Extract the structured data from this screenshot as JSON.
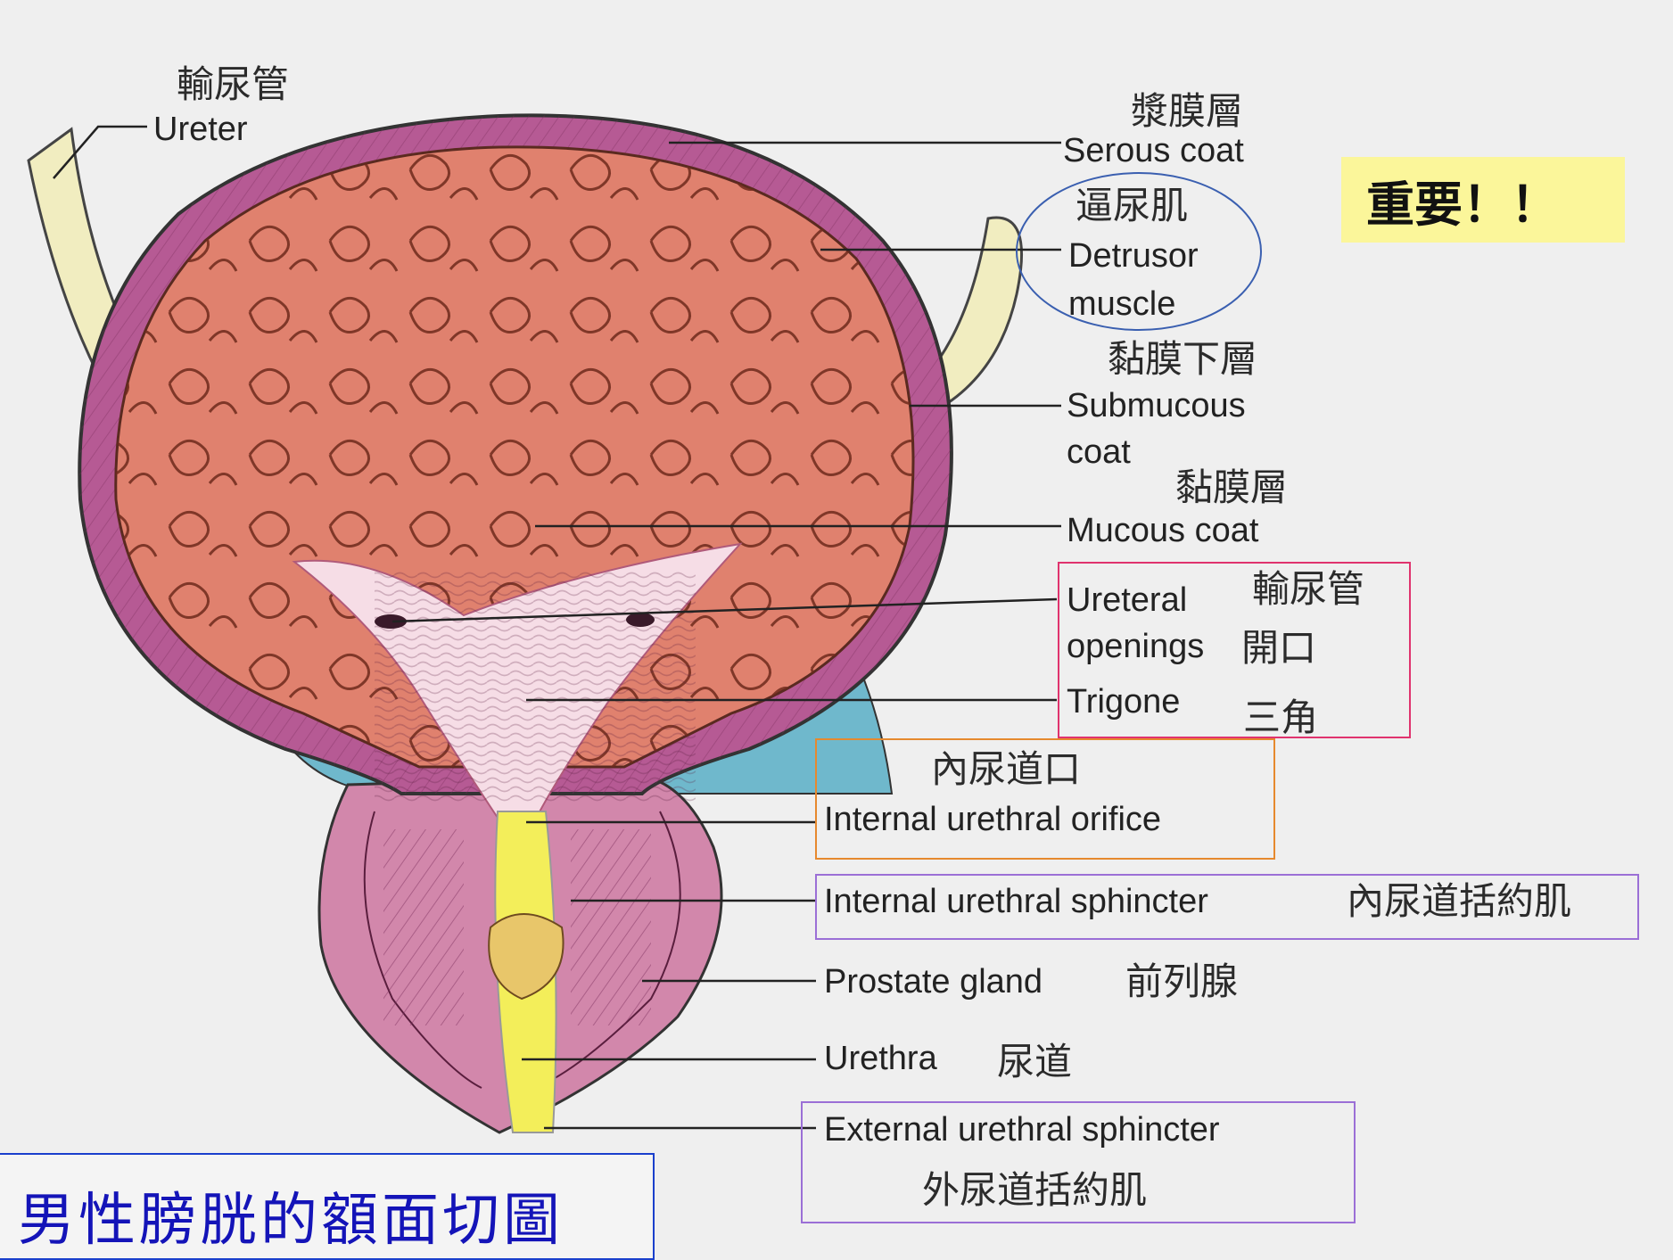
{
  "badge": "重要！！",
  "title": "男性膀胱的額面切圖",
  "labels": {
    "ureter_zh": "輸尿管",
    "ureter_en": "Ureter",
    "serous_zh": "漿膜層",
    "serous_en": "Serous coat",
    "detrusor_zh": "逼尿肌",
    "detrusor_en1": "Detrusor",
    "detrusor_en2": "muscle",
    "submucous_zh": "黏膜下層",
    "submucous_en1": "Submucous",
    "submucous_en2": "coat",
    "mucous_zh": "黏膜層",
    "mucous_en": "Mucous coat",
    "ureteral_en1": "Ureteral",
    "ureteral_zh1": "輸尿管",
    "ureteral_en2": "openings",
    "ureteral_zh2": "開口",
    "trigone_en": "Trigone",
    "trigone_zh": "三角",
    "int_orifice_zh": "內尿道口",
    "int_orifice_en": "Internal urethral orifice",
    "int_sphincter_en": "Internal urethral sphincter",
    "int_sphincter_zh": "內尿道括約肌",
    "prostate_en": "Prostate gland",
    "prostate_zh": "前列腺",
    "urethra_en": "Urethra",
    "urethra_zh": "尿道",
    "ext_sphincter_en": "External urethral sphincter",
    "ext_sphincter_zh": "外尿道括約肌"
  },
  "colors": {
    "serous": "#b65a94",
    "muscle": "#e0816e",
    "trigone": "#f6dde6",
    "urethra": "#f3ee5a",
    "ureter": "#f1edc0",
    "fat": "#6fb8cc",
    "prostate": "#d287ab",
    "box_pink": "#e0336e",
    "box_orange": "#e6892e",
    "box_purple": "#9b6fd6",
    "ellipse_blue": "#3a5fb0",
    "title_blue": "#1414b8",
    "badge_bg": "#fbf69a"
  }
}
